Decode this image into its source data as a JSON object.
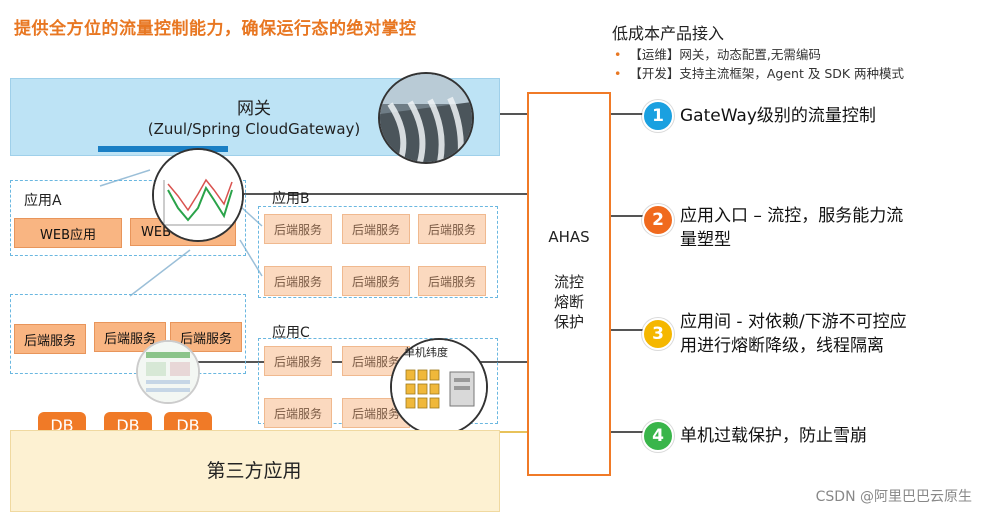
{
  "title": "提供全方位的流量控制能力，确保运行态的绝对掌控",
  "gateway": {
    "name": "网关",
    "subtitle": "(Zuul/Spring CloudGateway)"
  },
  "app_a": {
    "label": "应用A",
    "services": [
      "WEB应用",
      "WEB"
    ]
  },
  "app_b": {
    "label": "应用B",
    "services": [
      "后端服务",
      "后端服务",
      "后端服务",
      "后端服务",
      "后端服务",
      "后端服务"
    ]
  },
  "backend_group": {
    "services": [
      "后端服务",
      "后端服务",
      "后端服务"
    ]
  },
  "app_c": {
    "label": "应用C",
    "services": [
      "后端服务",
      "后端服务",
      "后端服务",
      "后端服务"
    ]
  },
  "standalone_label": "单机纬度",
  "dbs": [
    "DB",
    "DB",
    "DB"
  ],
  "third_party": "第三方应用",
  "ahas": {
    "name": "AHAS",
    "desc_lines": [
      "流控",
      "熔断",
      "保护"
    ]
  },
  "right": {
    "heading": "低成本产品接入",
    "bullets": [
      "【运维】网关，动态配置,无需编码",
      "【开发】支持主流框架，Agent 及 SDK 两种模式"
    ],
    "features": [
      {
        "num": "1",
        "color": "#1aa0e0",
        "lines": [
          "GateWay级别的流量控制"
        ]
      },
      {
        "num": "2",
        "color": "#f06a1e",
        "lines": [
          "应用入口 – 流控，服务能力流",
          "量塑型"
        ]
      },
      {
        "num": "3",
        "color": "#f5b700",
        "lines": [
          "应用间 - 对依赖/下游不可控应",
          "用进行熔断降级，线程隔离"
        ]
      },
      {
        "num": "4",
        "color": "#39b54a",
        "lines": [
          "单机过载保护，防止雪崩"
        ]
      }
    ]
  },
  "watermark": "CSDN @阿里巴巴云原生"
}
